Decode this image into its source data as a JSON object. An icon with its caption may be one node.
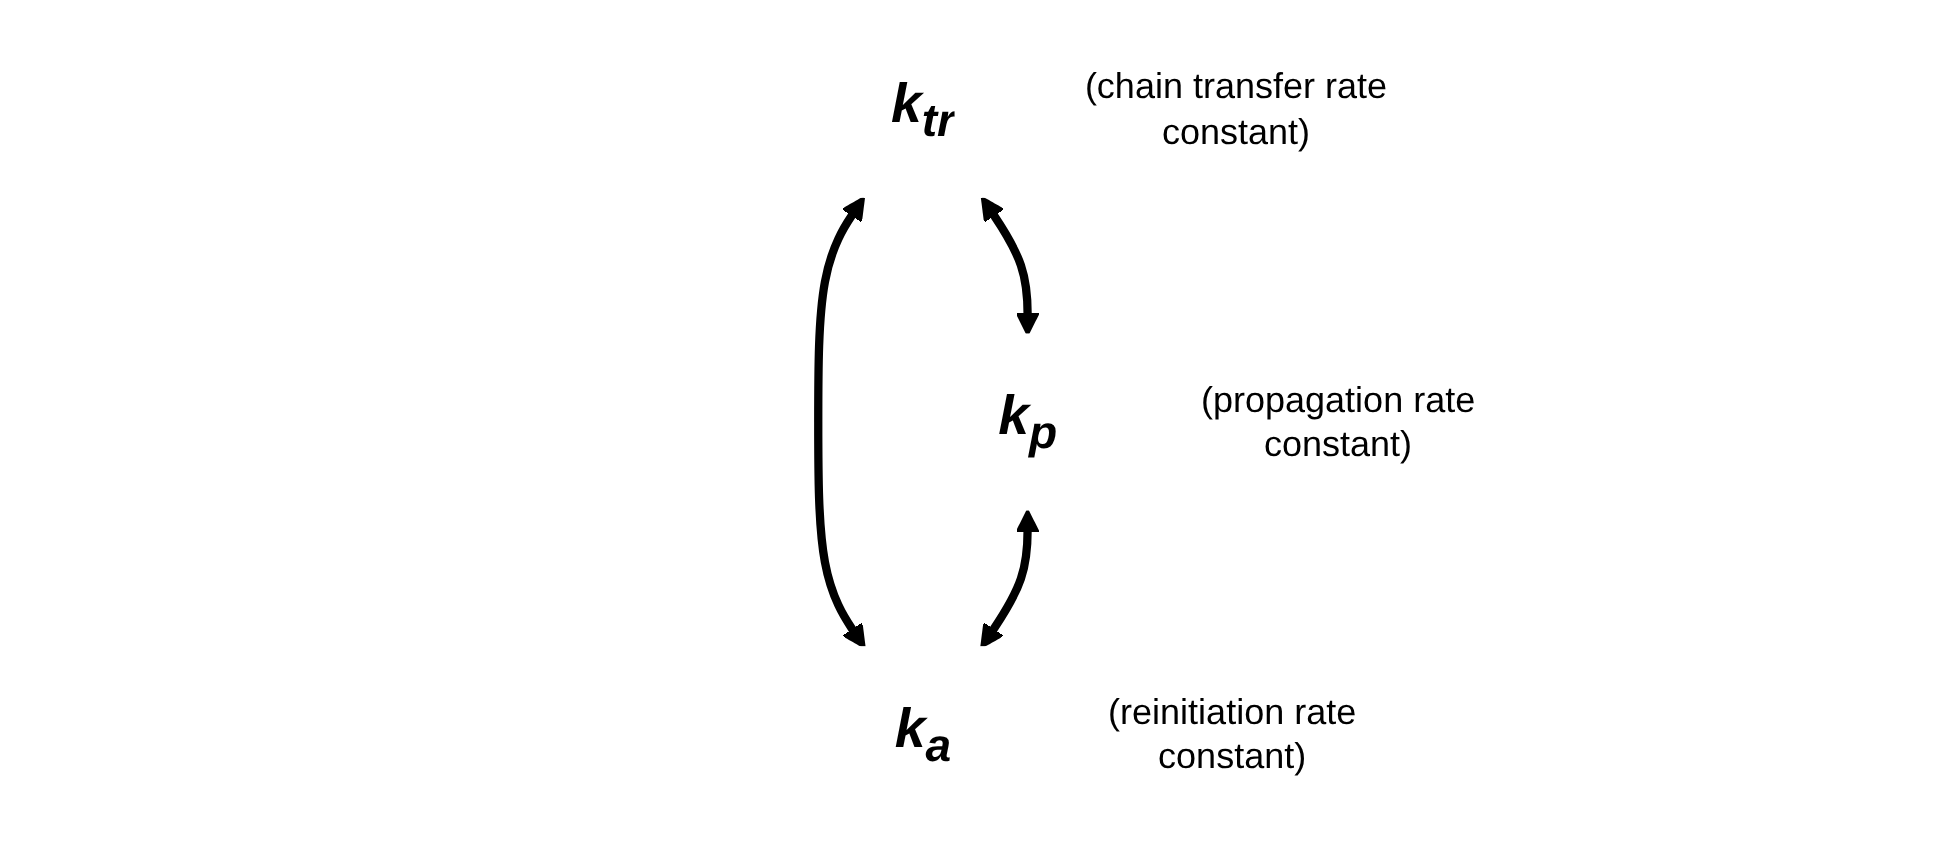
{
  "diagram": {
    "nodes": [
      {
        "text": [
          "k$_{tr}$"
        ],
        "beside": [
          "(chain transfer rate constant)"
        ]
      },
      {
        "text": [
          "k$_{p}$"
        ],
        "beside": [
          "(propagation rate constant)"
        ]
      },
      {
        "text": [
          "k$_{a}$"
        ],
        "beside": [
          "(reinitiation rate constant)"
        ]
      }
    ],
    "edges": [
      {
        "from": 0,
        "to": 1,
        "arrow": "both"
      },
      {
        "from": 0,
        "to": 2,
        "arrow": "both"
      },
      {
        "from": 1,
        "to": 2,
        "arrow": "both"
      }
    ]
  }
}
